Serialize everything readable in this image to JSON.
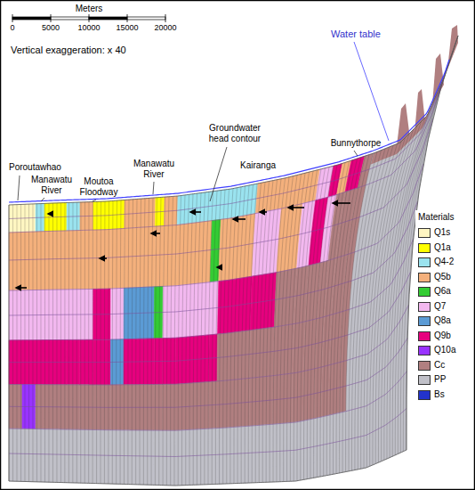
{
  "diagram": {
    "labels": [
      "Meters",
      "0",
      "5000",
      "10000",
      "15000",
      "20000",
      "Vertical exaggeration: x 40",
      "Poroutawhao",
      "Manawatu River",
      "Moutoa Floodway",
      "Manawatu River",
      "Groundwater head contour",
      "Kairanga",
      "Bunnythorpe",
      "Water table",
      "Materials"
    ],
    "legend": [
      {
        "text": "Q1s",
        "color": "#fff6c2"
      },
      {
        "text": "Q1a",
        "color": "#ffff00"
      },
      {
        "text": "Q4-2",
        "color": "#9ae3ef"
      },
      {
        "text": "Q5b",
        "color": "#f4b07c"
      },
      {
        "text": "Q6a",
        "color": "#33cc33"
      },
      {
        "text": "Q7",
        "color": "#f2b8ef"
      },
      {
        "text": "Q8a",
        "color": "#5b9bd5"
      },
      {
        "text": "Q9b",
        "color": "#e6007e"
      },
      {
        "text": "Q10a",
        "color": "#9933ff"
      },
      {
        "text": "Cc",
        "color": "#b07f80"
      },
      {
        "text": "PP",
        "color": "#c0c0c8"
      },
      {
        "text": "Bs",
        "color": "#2233cc"
      }
    ]
  }
}
